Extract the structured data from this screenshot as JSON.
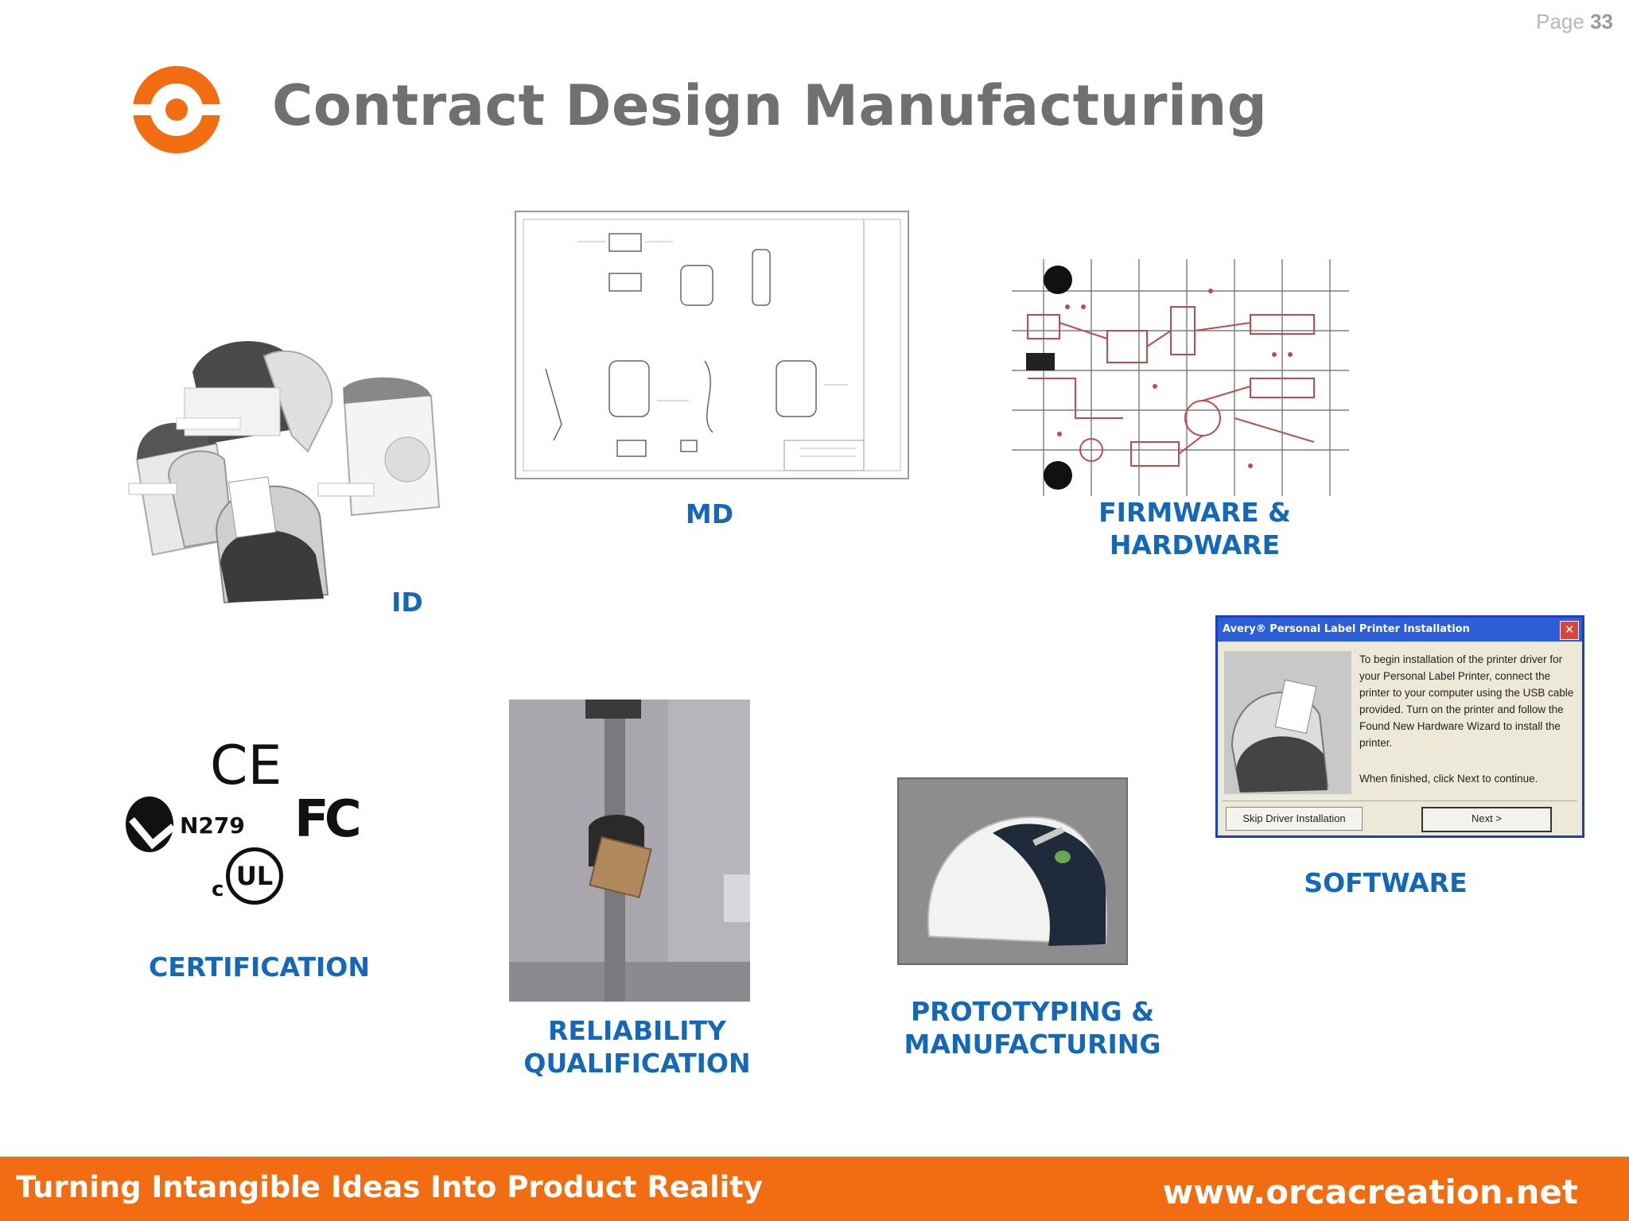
{
  "page": {
    "label": "Page",
    "number": "33"
  },
  "title": "Contract Design Manufacturing",
  "logo": {
    "icon": "orca-ring-logo",
    "color": "#f26d12"
  },
  "sections": {
    "id": "ID",
    "md": "MD",
    "firmware": [
      "FIRMWARE &",
      "HARDWARE"
    ],
    "certification": "CERTIFICATION",
    "reliability": [
      "RELIABILITY",
      "QUALIFICATION"
    ],
    "prototyping": [
      "PROTOTYPING &",
      "MANUFACTURING"
    ],
    "software": "SOFTWARE"
  },
  "certification_marks": {
    "ce": "CE",
    "ctick": "N279",
    "fcc": "FC",
    "ul": "UL",
    "ul_prefix": "c"
  },
  "software_dialog": {
    "title": "Avery® Personal Label Printer Installation",
    "body": "To begin installation of the printer driver for your Personal Label Printer, connect the printer to your computer using the USB cable provided. Turn on the printer and follow the Found New Hardware Wizard to install the printer.",
    "hint": "When finished, click Next to continue.",
    "skip_button": "Skip Driver Installation",
    "next_button": "Next >"
  },
  "footer": {
    "tagline": "Turning Intangible Ideas Into Product Reality",
    "url": "www.orcacreation.net",
    "color": "#f26d12"
  },
  "colors": {
    "label_blue": "#1369b8",
    "title_gray": "#707070"
  }
}
